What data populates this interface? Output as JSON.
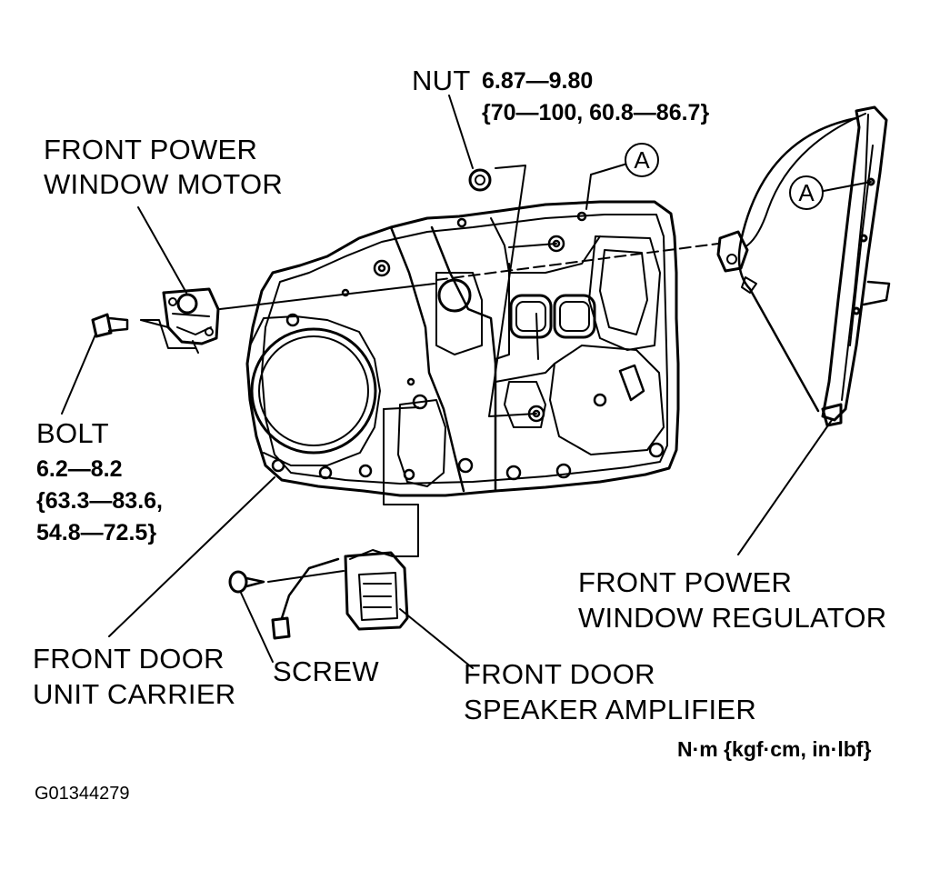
{
  "labels": {
    "nut": "NUT",
    "motor_line1": "FRONT POWER",
    "motor_line2": "WINDOW MOTOR",
    "bolt": "BOLT",
    "carrier_line1": "FRONT DOOR",
    "carrier_line2": "UNIT CARRIER",
    "screw": "SCREW",
    "amp_line1": "FRONT DOOR",
    "amp_line2": "SPEAKER AMPLIFIER",
    "regulator_line1": "FRONT POWER",
    "regulator_line2": "WINDOW REGULATOR"
  },
  "specs": {
    "nut_line1": "6.87—9.80",
    "nut_line2": "{70—100, 60.8—86.7}",
    "bolt_line1": "6.2—8.2",
    "bolt_line2": "{63.3—83.6,",
    "bolt_line3": "54.8—72.5}",
    "units": "N·m {kgf·cm, in·lbf}"
  },
  "callouts": {
    "a1": "A",
    "a2": "A"
  },
  "figure_code": "G01344279"
}
